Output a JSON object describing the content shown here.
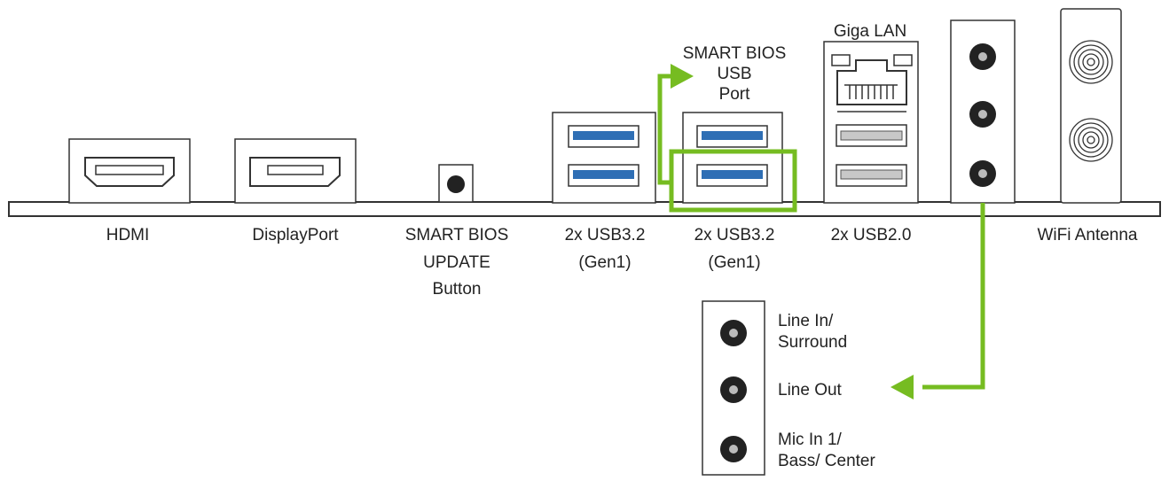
{
  "labels": {
    "hdmi": "HDMI",
    "displayport": "DisplayPort",
    "bios_button": [
      "SMART BIOS",
      "UPDATE",
      "Button"
    ],
    "usb32_a": [
      "2x USB3.2",
      "(Gen1)"
    ],
    "usb32_b": [
      "2x USB3.2",
      "(Gen1)"
    ],
    "usb20": "2x USB2.0",
    "wifi": "WiFi Antenna",
    "lan": "Giga LAN",
    "bios_usb": [
      "SMART BIOS",
      "USB",
      "Port"
    ]
  },
  "audio": {
    "line_in": [
      "Line In/",
      "Surround"
    ],
    "line_out": "Line Out",
    "mic_in": [
      "Mic In 1/",
      "Bass/ Center"
    ]
  },
  "colors": {
    "highlight": "#76bc21",
    "usb3_blue": "#2f6fb5",
    "outline": "#333333",
    "usb2_gray": "#c8c8c8"
  }
}
